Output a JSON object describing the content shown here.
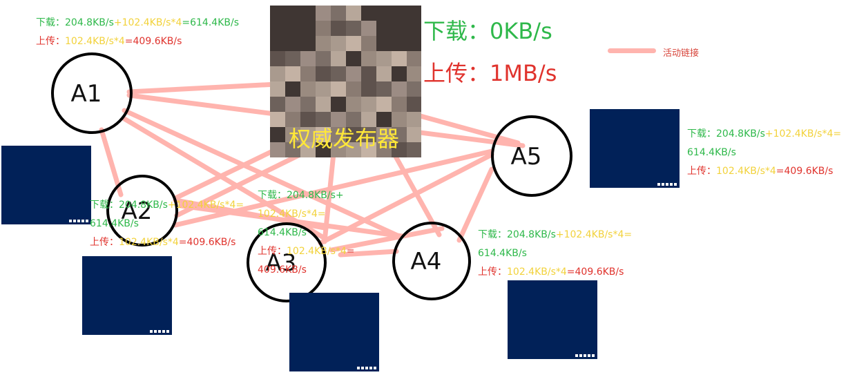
{
  "source": {
    "label": "权威发布器",
    "download": "下载：0KB/s",
    "upload": "上传：1MB/s"
  },
  "legend": {
    "label": "活动链接",
    "color": "#ffb4ae"
  },
  "nodes": [
    {
      "id": "A1",
      "download_a": "下载：204.8KB/s",
      "download_b": "+102.4KB/s*4",
      "download_c": "=614.4KB/s",
      "upload_a": "上传：",
      "upload_b": "102.4KB/s*4",
      "upload_c": "=409.6KB/s"
    },
    {
      "id": "A2",
      "download_a": "下载：204.8KB/s",
      "download_b": "+102.4KB/s*4",
      "download_c": "=",
      "download_d": "614.4KB/s",
      "upload_a": "上传：",
      "upload_b": "102.4KB/s*4",
      "upload_c": "=409.6KB/s"
    },
    {
      "id": "A3",
      "download_a": "下载：204.8KB/s+",
      "download_b": "102.4KB/s*4",
      "download_c": "=",
      "download_d": "614.4KB/s",
      "upload_a": "上传：",
      "upload_b": "102.4KB/s*4",
      "upload_c": "=",
      "upload_d": "409.6KB/s"
    },
    {
      "id": "A4",
      "download_a": "下载：204.8KB/s",
      "download_b": "+102.4KB/s*4",
      "download_c": "=",
      "download_d": "614.4KB/s",
      "upload_a": "上传：",
      "upload_b": "102.4KB/s*4",
      "upload_c": "=409.6KB/s"
    },
    {
      "id": "A5",
      "download_a": "下载：204.8KB/s",
      "download_b": "+102.4KB/s*4",
      "download_c": "=",
      "download_d": "614.4KB/s",
      "upload_a": "上传：",
      "upload_b": "102.4KB/s*4",
      "upload_c": "=409.6KB/s"
    }
  ],
  "colors": {
    "download": "#2eb84a",
    "upload": "#e0332d",
    "multiplier": "#f2d23b",
    "screen": "#012158",
    "link": "#ffb4ae"
  }
}
